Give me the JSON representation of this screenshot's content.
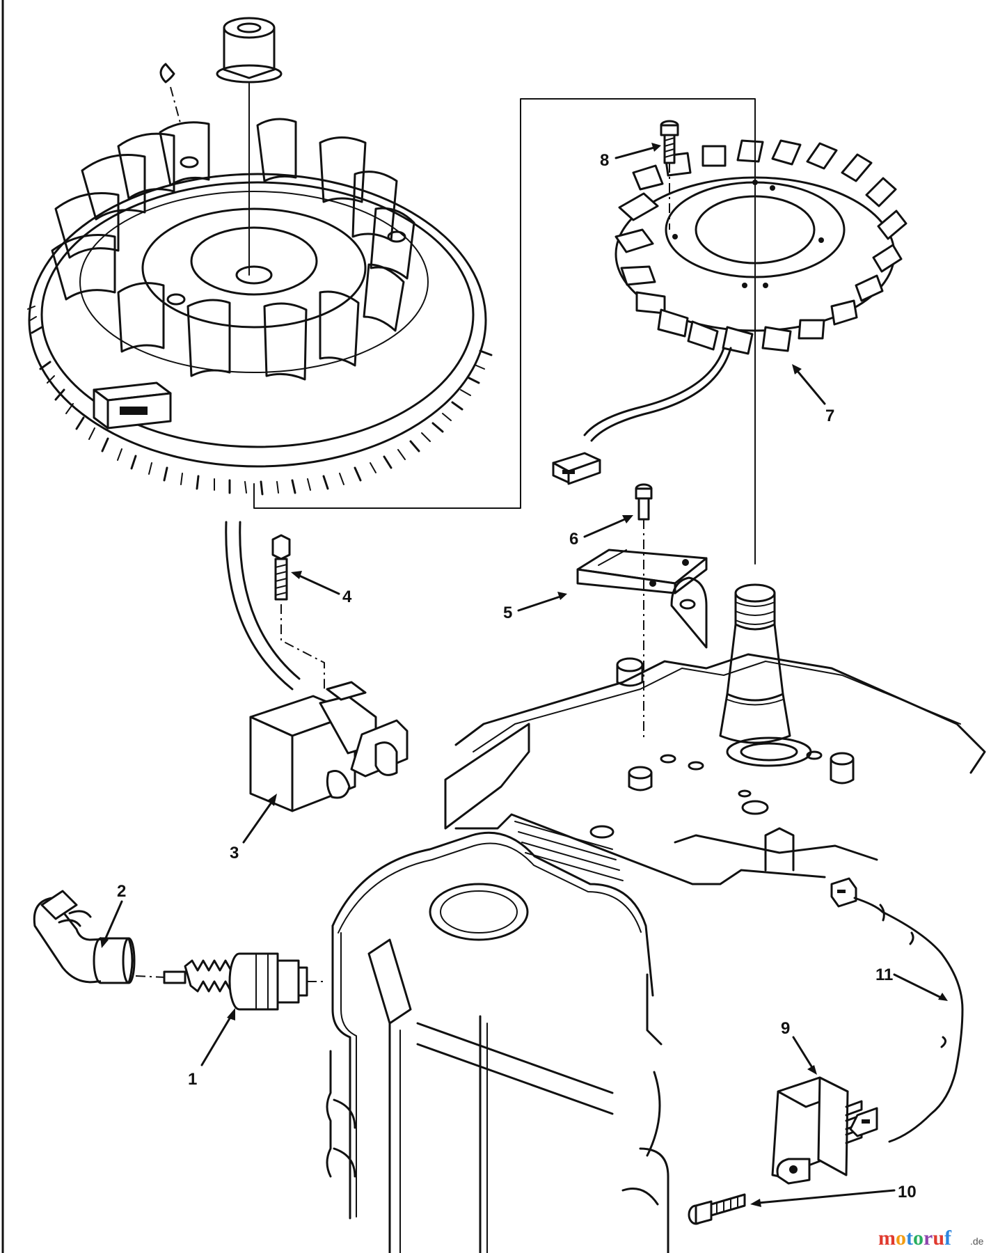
{
  "callouts": [
    {
      "id": "1",
      "label": "1"
    },
    {
      "id": "2",
      "label": "2"
    },
    {
      "id": "3",
      "label": "3"
    },
    {
      "id": "4",
      "label": "4"
    },
    {
      "id": "5",
      "label": "5"
    },
    {
      "id": "6",
      "label": "6"
    },
    {
      "id": "7",
      "label": "7"
    },
    {
      "id": "8",
      "label": "8"
    },
    {
      "id": "9",
      "label": "9"
    },
    {
      "id": "10",
      "label": "10"
    },
    {
      "id": "11",
      "label": "11"
    }
  ],
  "watermark": {
    "brand": "motoruf",
    "tld": ".de",
    "colors": [
      "#e03a2f",
      "#f39c12",
      "#2e86de",
      "#27ae60",
      "#8e44ad",
      "#e03a2f",
      "#2e86de"
    ]
  }
}
